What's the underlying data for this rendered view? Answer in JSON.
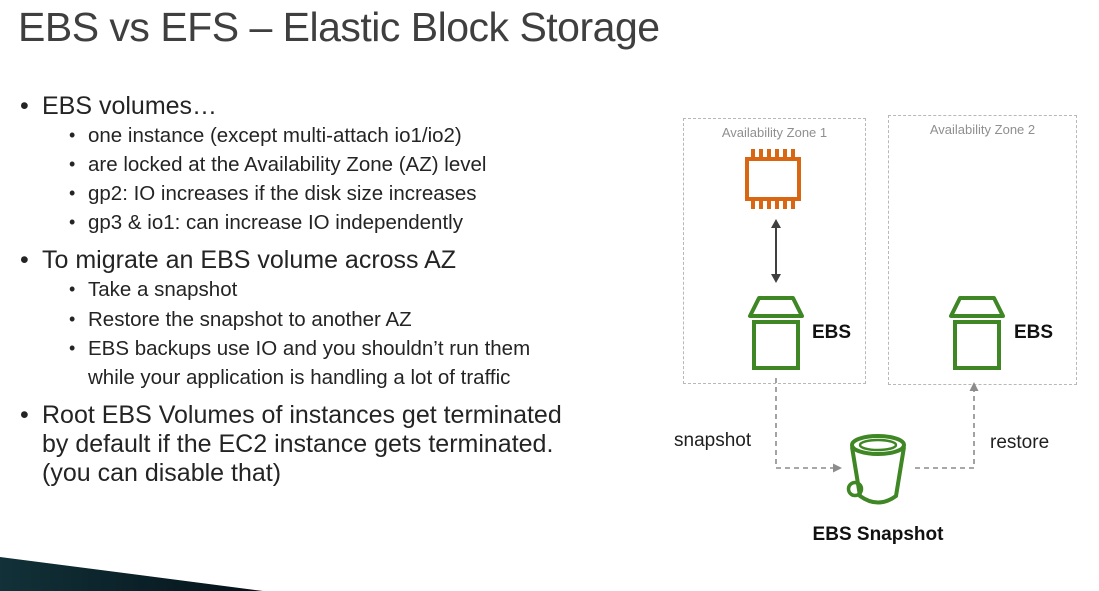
{
  "title": "EBS vs EFS – Elastic Block Storage",
  "bullets": {
    "b1": {
      "label": "EBS volumes…",
      "subs": [
        "one instance (except multi-attach io1/io2)",
        "are locked at the Availability Zone (AZ) level",
        "gp2: IO increases if the disk size increases",
        "gp3 & io1: can increase IO independently"
      ]
    },
    "b2": {
      "label": "To migrate an EBS volume across AZ",
      "subs": [
        "Take a snapshot",
        "Restore the snapshot to another AZ",
        "EBS backups use IO and you shouldn’t run them while your application is handling a lot of traffic"
      ]
    },
    "b3": {
      "label": "Root EBS Volumes of instances get terminated by default if the EC2 instance gets terminated. (you can disable that)"
    }
  },
  "diagram": {
    "az1_label": "Availability Zone 1",
    "az2_label": "Availability Zone 2",
    "ebs1_label": "EBS",
    "ebs2_label": "EBS",
    "snapshot_arrow_label": "snapshot",
    "restore_arrow_label": "restore",
    "bucket_caption": "EBS Snapshot",
    "icons": {
      "instance": "ec2-instance-icon",
      "volume": "ebs-volume-icon",
      "snapshot": "ebs-snapshot-bucket-icon",
      "attach": "double-headed-arrow-icon"
    },
    "colors": {
      "ec2_orange": "#D86613",
      "ebs_green": "#3F8624",
      "connector_gray": "#8C8C8C",
      "az_label_gray": "#8F8F8F"
    }
  }
}
